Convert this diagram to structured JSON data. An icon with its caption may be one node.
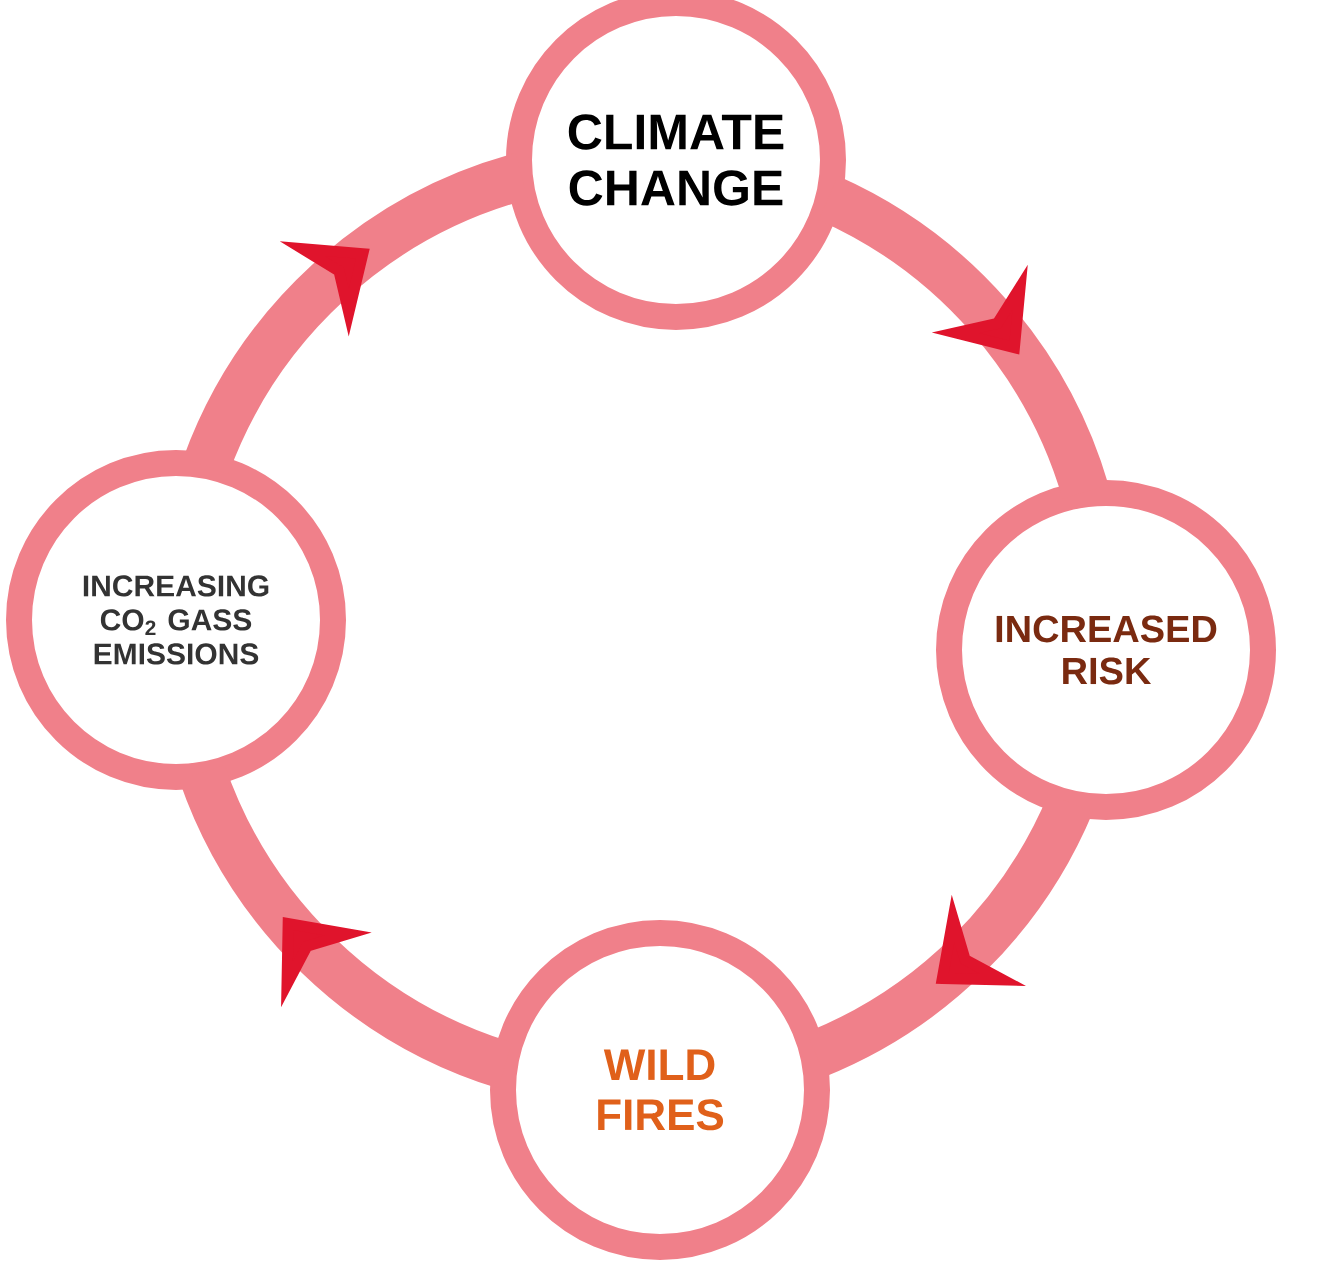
{
  "diagram": {
    "nodes": [
      {
        "text": [
          "CLIMATE CHANGE"
        ]
      },
      {
        "text": [
          "INCREASED RISK"
        ]
      },
      {
        "text": [
          "WILD FIRES"
        ]
      },
      {
        "text": [
          "INCREASING CO$_{2}$ GASS EMISSIONS"
        ]
      }
    ],
    "edges": [
      {
        "from": 0,
        "to": 1,
        "arrow": "to"
      },
      {
        "from": 1,
        "to": 2,
        "arrow": "to"
      },
      {
        "from": 2,
        "to": 3,
        "arrow": "to"
      },
      {
        "from": 3,
        "to": 0,
        "arrow": "to"
      }
    ]
  }
}
